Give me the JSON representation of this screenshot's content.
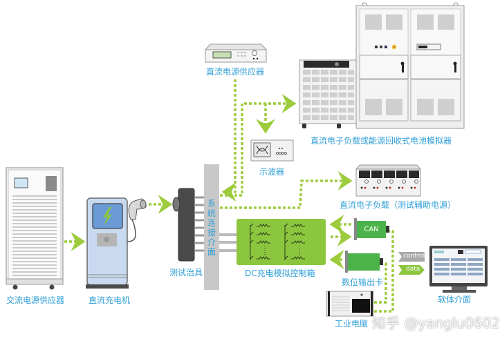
{
  "colors": {
    "label": "#2f9fd6",
    "arrow": "#9ccc3c",
    "control_box": "#8cc63f",
    "card_green": "#4cb34a",
    "bus_gray": "#c8c8c8",
    "fixture_dark": "#4a4a4a"
  },
  "nodes": {
    "ac_source": {
      "label": "交流电源供应器",
      "icon": "ac-power-cabinet"
    },
    "dc_charger": {
      "label": "直流充电机",
      "icon": "ev-charger"
    },
    "fixture": {
      "label": "测试治具",
      "icon": "test-fixture"
    },
    "interface": {
      "label_chars": [
        "系",
        "统",
        "连",
        "接",
        "介",
        "面"
      ],
      "icon": "system-interface-bus"
    },
    "dc_power": {
      "label": "直流电源供应器",
      "icon": "dc-power-supply"
    },
    "oscilloscope": {
      "label": "示波器",
      "icon": "oscilloscope"
    },
    "load_simulator": {
      "label": "直流电子负载或能源回收式电池模拟器",
      "icon": "electronic-load-and-battery-simulator"
    },
    "aux_load": {
      "label": "直流电子负载（测试辅助电源）",
      "icon": "multi-channel-dc-load"
    },
    "control_box": {
      "label": "DC充电模拟控制箱",
      "icon": "dc-charging-control-box"
    },
    "can_card": {
      "label": "CAN",
      "icon": "can-card"
    },
    "digital_out": {
      "label": "数位输出卡",
      "icon": "digital-output-card"
    },
    "ipc": {
      "label": "工业电脑",
      "icon": "industrial-pc"
    },
    "software": {
      "label": "软体介面",
      "icon": "software-monitor"
    }
  },
  "signals": {
    "control": "control",
    "data": "data"
  },
  "watermark": "知乎 @yanglu0602"
}
